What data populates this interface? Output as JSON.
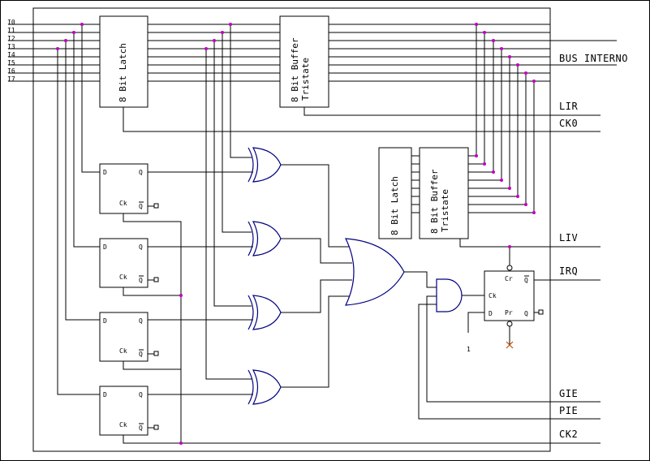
{
  "inputs": [
    "I0",
    "I1",
    "I2",
    "I3",
    "I4",
    "I5",
    "I6",
    "I7"
  ],
  "blocks": {
    "latch_top": "8 Bit Latch",
    "buffer_top_line1": "8 Bit Buffer",
    "buffer_top_line2": "Tristate",
    "latch_bottom": "8 Bit Latch",
    "buffer_bottom_line1": "8 Bit Buffer",
    "buffer_bottom_line2": "Tristate"
  },
  "flipflop": {
    "d": "D",
    "q": "Q",
    "ck": "Ck",
    "qbar": "Q"
  },
  "irq_flipflop": {
    "cr": "Cr",
    "qbar": "Q",
    "ck": "Ck",
    "d": "D",
    "pr": "Pr",
    "q": "Q"
  },
  "signals": {
    "bus": "BUS INTERNO",
    "lir": "LIR",
    "ck0": "CK0",
    "liv": "LIV",
    "irq": "IRQ",
    "gie": "GIE",
    "pie": "PIE",
    "ck2": "CK2"
  },
  "constant_one": "1",
  "colors": {
    "wire": "#000000",
    "gate": "#000080",
    "junction": "#c000c0",
    "pin": "#c00000"
  }
}
